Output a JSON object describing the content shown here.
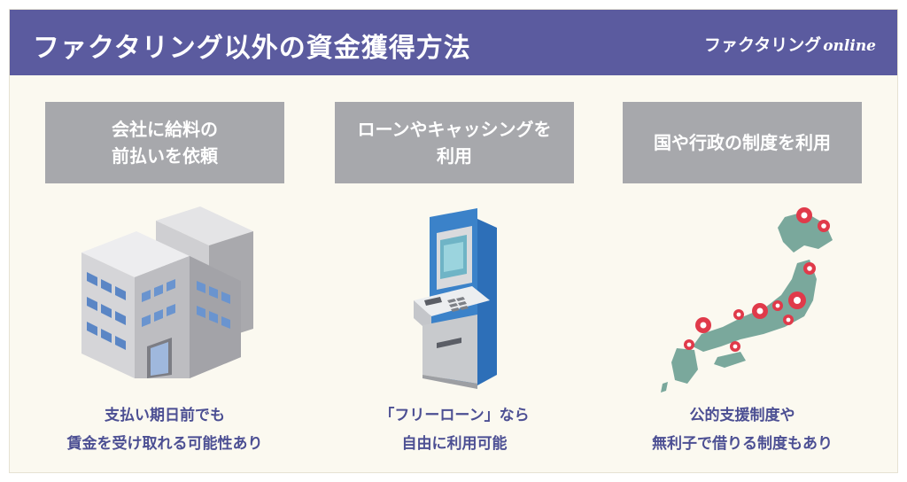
{
  "header": {
    "title": "ファクタリング以外の資金獲得方法",
    "brand_main": "ファクタリング",
    "brand_sub": "online"
  },
  "colors": {
    "header_bg": "#5b5b9f",
    "background": "#fbf9f0",
    "label_bg": "#a7a8ac",
    "caption_text": "#4c4f93"
  },
  "columns": [
    {
      "label_lines": [
        "会社に給料の",
        "前払いを依頼"
      ],
      "illustration": "office-building-icon",
      "caption_lines": [
        "支払い期日前でも",
        "賃金を受け取れる可能性あり"
      ]
    },
    {
      "label_lines": [
        "ローンやキャッシングを",
        "利用"
      ],
      "illustration": "atm-machine-icon",
      "caption_lines": [
        "「フリーローン」なら",
        "自由に利用可能"
      ]
    },
    {
      "label_lines": [
        "国や行政の制度を利用"
      ],
      "illustration": "japan-map-icon",
      "caption_lines": [
        "公的支援制度や",
        "無利子で借りる制度もあり"
      ]
    }
  ]
}
